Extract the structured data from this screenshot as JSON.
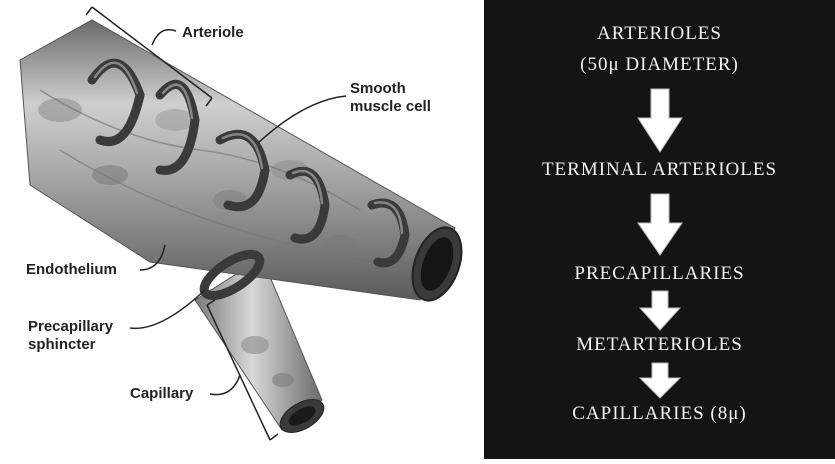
{
  "illustration": {
    "labels": {
      "arteriole": "Arteriole",
      "smooth_muscle_1": "Smooth",
      "smooth_muscle_2": "muscle cell",
      "endothelium": "Endothelium",
      "precapillary_1": "Precapillary",
      "precapillary_2": "sphincter",
      "capillary": "Capillary"
    }
  },
  "flowchart": {
    "steps": [
      "ARTERIOLES",
      "(50μ DIAMETER)",
      "TERMINAL ARTERIOLES",
      "PRECAPILLARIES",
      "METARTERIOLES",
      "CAPILLARIES (8μ)"
    ],
    "arrow_icon": "down-arrow-icon",
    "colors": {
      "panel": "#141414",
      "text": "#f2f2f2",
      "arrow_fill": "#ffffff"
    }
  }
}
